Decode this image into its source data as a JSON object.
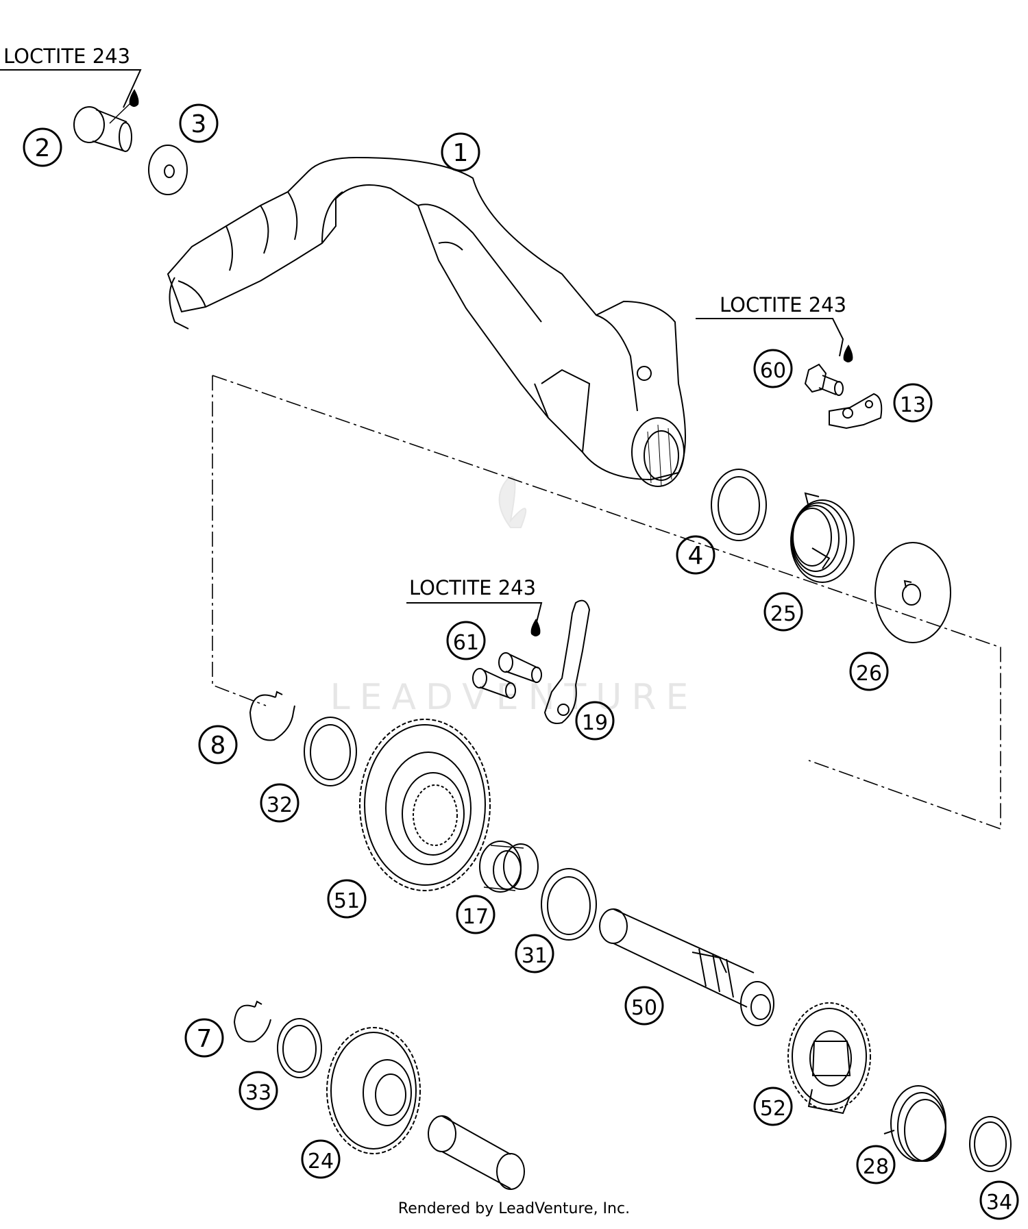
{
  "diagram": {
    "callouts": [
      {
        "id": "c1",
        "label": "1"
      },
      {
        "id": "c2",
        "label": "2"
      },
      {
        "id": "c3",
        "label": "3"
      },
      {
        "id": "c4",
        "label": "4"
      },
      {
        "id": "c7",
        "label": "7"
      },
      {
        "id": "c8",
        "label": "8"
      },
      {
        "id": "c13",
        "label": "13"
      },
      {
        "id": "c17",
        "label": "17"
      },
      {
        "id": "c19",
        "label": "19"
      },
      {
        "id": "c24",
        "label": "24"
      },
      {
        "id": "c25",
        "label": "25"
      },
      {
        "id": "c26",
        "label": "26"
      },
      {
        "id": "c28",
        "label": "28"
      },
      {
        "id": "c31",
        "label": "31"
      },
      {
        "id": "c32",
        "label": "32"
      },
      {
        "id": "c33",
        "label": "33"
      },
      {
        "id": "c34",
        "label": "34"
      },
      {
        "id": "c50",
        "label": "50"
      },
      {
        "id": "c51",
        "label": "51"
      },
      {
        "id": "c52",
        "label": "52"
      },
      {
        "id": "c60",
        "label": "60"
      },
      {
        "id": "c61",
        "label": "61"
      }
    ],
    "notes": [
      {
        "id": "n1",
        "text": "LOCTITE 243"
      },
      {
        "id": "n2",
        "text": "LOCTITE 243"
      },
      {
        "id": "n3",
        "text": "LOCTITE 243"
      }
    ],
    "watermark": "LEADVENTURE"
  },
  "footer": {
    "text": "Rendered by LeadVenture, Inc."
  }
}
